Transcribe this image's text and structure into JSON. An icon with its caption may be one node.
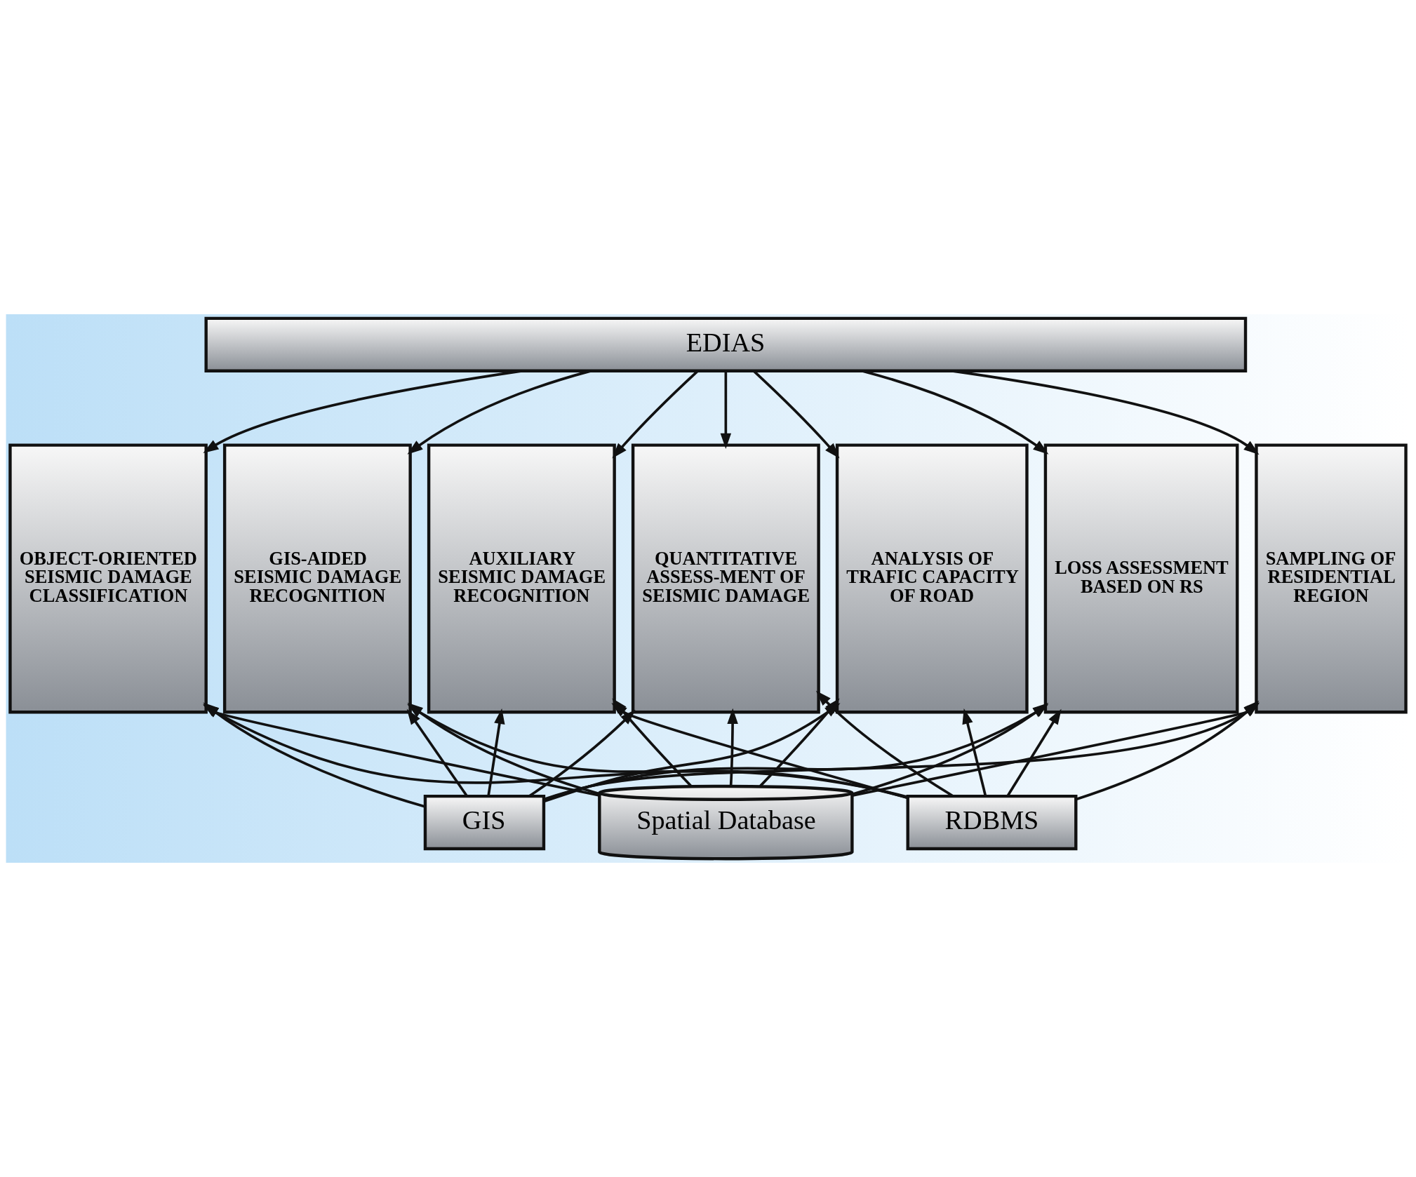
{
  "diagram": {
    "nodes": [
      {
        "text": [
          "EDIAS"
        ]
      },
      {
        "text": [
          "OBJECT-ORIENTED SEISMIC DAMAGE CLASSIFICATION"
        ]
      },
      {
        "text": [
          "GIS-AIDED SEISMIC DAMAGE RECOGNITION"
        ]
      },
      {
        "text": [
          "AUXILIARY SEISMIC DAMAGE RECOGNITION"
        ]
      },
      {
        "text": [
          "QUANTITATIVE ASSESS-MENT OF SEISMIC DAMAGE"
        ]
      },
      {
        "text": [
          "ANALYSIS OF TRAFIC CAPACITY OF ROAD"
        ]
      },
      {
        "text": [
          "LOSS ASSESSMENT BASED ON RS"
        ]
      },
      {
        "text": [
          "SAMPLING OF RESIDENTIAL REGION"
        ]
      },
      {
        "text": [
          "GIS"
        ]
      },
      {
        "text": [
          "RDBMS"
        ]
      },
      {
        "text": [
          "Spatial Database"
        ]
      }
    ],
    "edges": [
      {
        "from": 0,
        "to": 1,
        "arrow": "to"
      },
      {
        "from": 0,
        "to": 2,
        "arrow": "to"
      },
      {
        "from": 0,
        "to": 3,
        "arrow": "to"
      },
      {
        "from": 0,
        "to": 4,
        "arrow": "to"
      },
      {
        "from": 0,
        "to": 5,
        "arrow": "to"
      },
      {
        "from": 0,
        "to": 6,
        "arrow": "to"
      },
      {
        "from": 0,
        "to": 7,
        "arrow": "to"
      },
      {
        "from": 10,
        "to": 1,
        "arrow": "to"
      },
      {
        "from": 10,
        "to": 2,
        "arrow": "to"
      },
      {
        "from": 10,
        "to": 3,
        "arrow": "to"
      },
      {
        "from": 10,
        "to": 4,
        "arrow": "to"
      },
      {
        "from": 10,
        "to": 5,
        "arrow": "to"
      },
      {
        "from": 10,
        "to": 6,
        "arrow": "to"
      },
      {
        "from": 10,
        "to": 7,
        "arrow": "to"
      },
      {
        "from": 8,
        "to": 1,
        "arrow": "to"
      },
      {
        "from": 8,
        "to": 2,
        "arrow": "to"
      },
      {
        "from": 8,
        "to": 3,
        "arrow": "to"
      },
      {
        "from": 8,
        "to": 4,
        "arrow": "to"
      },
      {
        "from": 8,
        "to": 5,
        "arrow": "to"
      },
      {
        "from": 8,
        "to": 6,
        "arrow": "to"
      },
      {
        "from": 8,
        "to": 7,
        "arrow": "to"
      },
      {
        "from": 9,
        "to": 1,
        "arrow": "to"
      },
      {
        "from": 9,
        "to": 2,
        "arrow": "to"
      },
      {
        "from": 9,
        "to": 3,
        "arrow": "to"
      },
      {
        "from": 9,
        "to": 4,
        "arrow": "to"
      },
      {
        "from": 9,
        "to": 5,
        "arrow": "to"
      },
      {
        "from": 9,
        "to": 6,
        "arrow": "to"
      },
      {
        "from": 9,
        "to": 7,
        "arrow": "to"
      }
    ]
  }
}
